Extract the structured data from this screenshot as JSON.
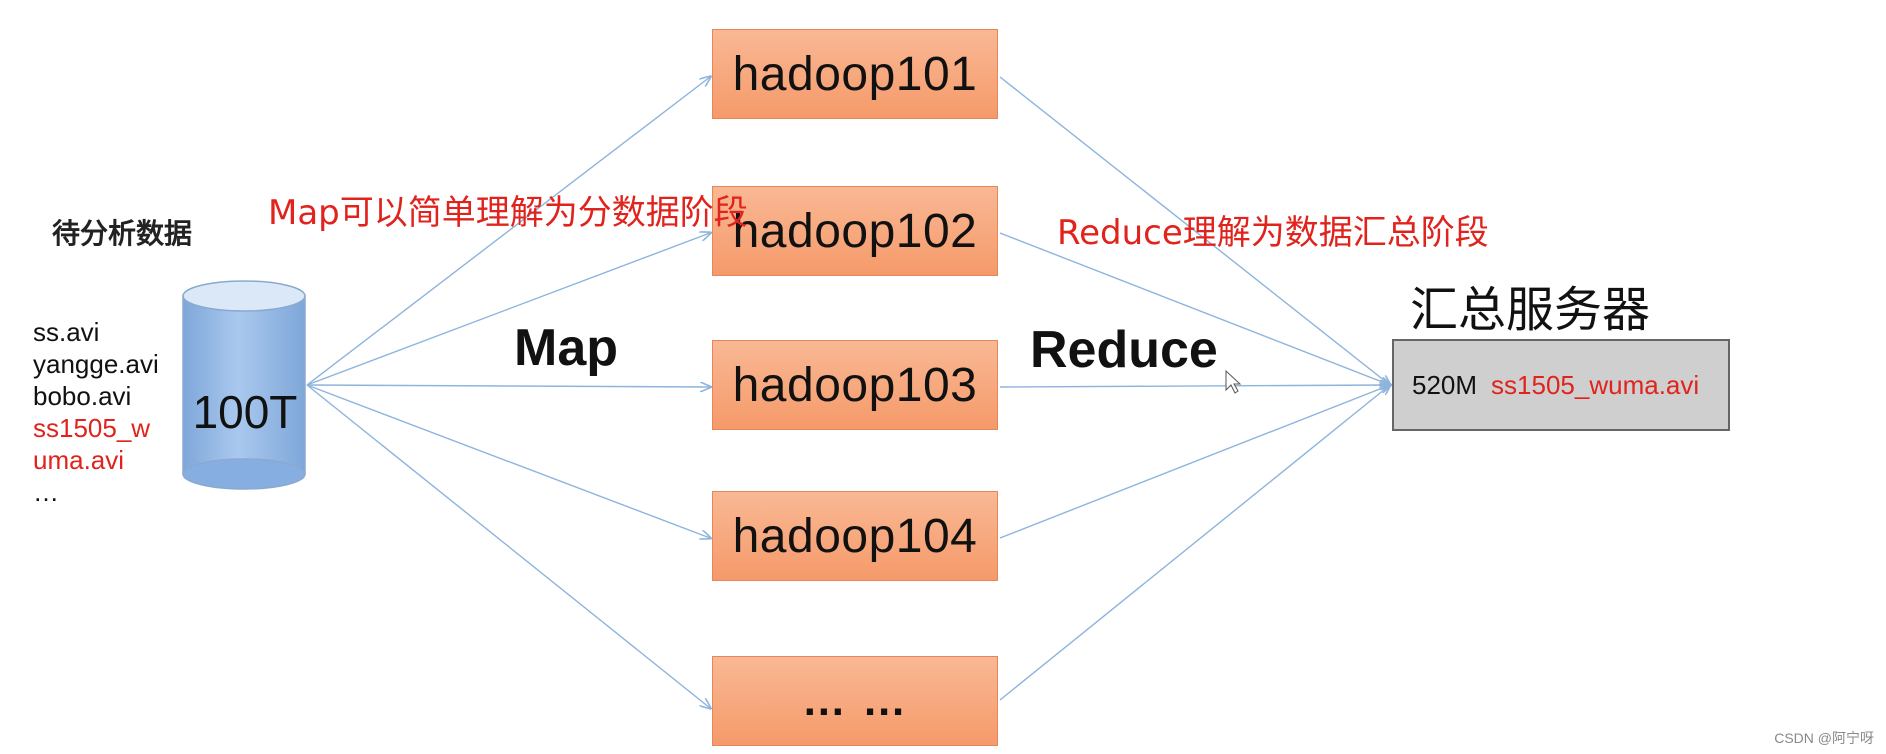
{
  "source": {
    "title": "待分析数据",
    "files": [
      {
        "name": "ss.avi",
        "highlight": false
      },
      {
        "name": "yangge.avi",
        "highlight": false
      },
      {
        "name": "bobo.avi",
        "highlight": false
      },
      {
        "name": "ss1505_w",
        "highlight": true
      },
      {
        "name": "uma.avi",
        "highlight": true
      },
      {
        "name": "…",
        "highlight": false
      }
    ],
    "storage_label": "100T"
  },
  "nodes": [
    {
      "label": "hadoop101"
    },
    {
      "label": "hadoop102"
    },
    {
      "label": "hadoop103"
    },
    {
      "label": "hadoop104"
    },
    {
      "label": "… …"
    }
  ],
  "stages": {
    "map_label": "Map",
    "reduce_label": "Reduce",
    "map_note": "Map可以简单理解为分数据阶段",
    "reduce_note": "Reduce理解为数据汇总阶段"
  },
  "server": {
    "title": "汇总服务器",
    "size": "520M",
    "file": "ss1505_wuma.avi"
  },
  "watermark": "CSDN @阿宁呀",
  "colors": {
    "node_fill": "#f7a77c",
    "note_red": "#e0231c",
    "arrow_blue": "#8db4dd",
    "cylinder_blue": "#8fb5e3",
    "server_gray": "#cfcfcf"
  }
}
